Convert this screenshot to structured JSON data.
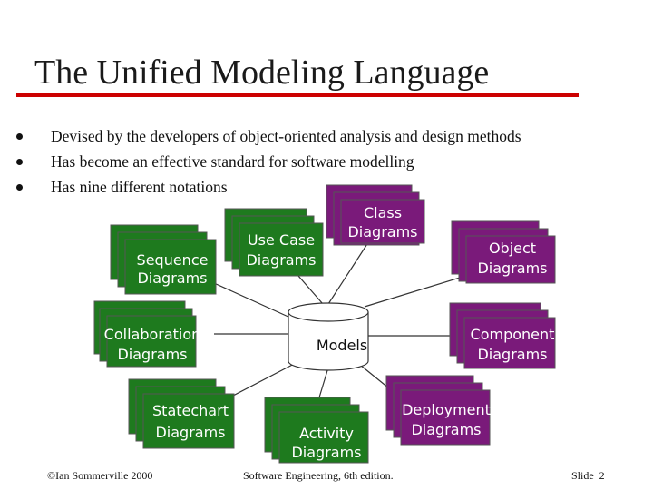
{
  "slide": {
    "title": "The Unified Modeling Language",
    "bullets": [
      "Devised by the developers of object-oriented analysis and design methods",
      "Has become an effective standard for software modelling",
      "Has nine different notations"
    ]
  },
  "diagram": {
    "center": "Models",
    "colors": {
      "green": "#1e7a1e",
      "purple": "#7a1a7a",
      "red_rule": "#cc0000"
    },
    "nodes": {
      "class": [
        "Class",
        "Diagrams"
      ],
      "use_case": [
        "Use Case",
        "Diagrams"
      ],
      "object": [
        "Object",
        "Diagrams"
      ],
      "sequence": [
        "Sequence",
        "Diagrams"
      ],
      "collaboration": [
        "Collaboration",
        "Diagrams"
      ],
      "component": [
        "Component",
        "Diagrams"
      ],
      "statechart": [
        "Statechart",
        "Diagrams"
      ],
      "activity": [
        "Activity",
        "Diagrams"
      ],
      "deployment": [
        "Deployment",
        "Diagrams"
      ]
    }
  },
  "footer": {
    "left": "©Ian Sommerville 2000",
    "center": "Software Engineering, 6th edition.",
    "right": "Slide  2"
  }
}
